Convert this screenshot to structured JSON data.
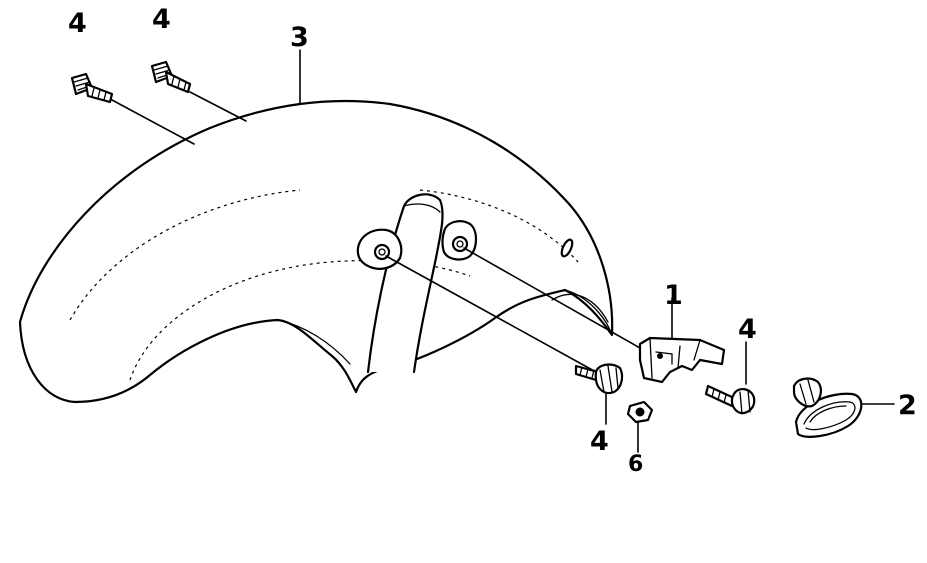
{
  "diagram": {
    "callouts": {
      "fastener_top_left": "4",
      "fastener_top_center": "4",
      "fender": "3",
      "bracket": "1",
      "fastener_right": "4",
      "reflector": "2",
      "fastener_bottom": "4",
      "nut": "6"
    },
    "colors": {
      "ink": "#000000",
      "paper": "#ffffff"
    },
    "parts": [
      {
        "ref": "1",
        "icon": "bracket-icon"
      },
      {
        "ref": "2",
        "icon": "reflector-icon"
      },
      {
        "ref": "3",
        "icon": "front-fender-icon"
      },
      {
        "ref": "4",
        "icon": "bolt-icon"
      },
      {
        "ref": "6",
        "icon": "nut-icon"
      }
    ]
  }
}
